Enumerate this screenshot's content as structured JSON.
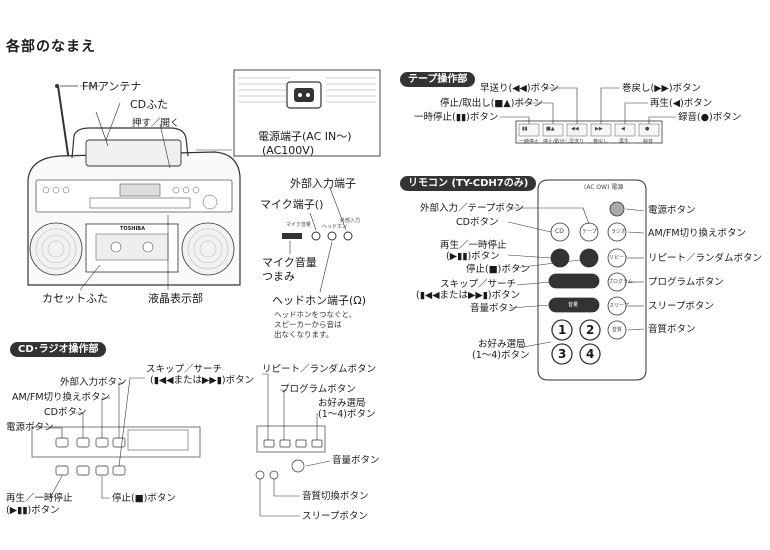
{
  "title": "各部のなまえ",
  "main_labels": {
    "fm_antenna": "FMアンテナ",
    "cd_lid": "CDふた",
    "push_open": "押す／開く",
    "power_terminal_1": "電源端子(AC IN〜)",
    "power_terminal_2": "(AC100V)",
    "ext_input_terminal": "外部入力端子",
    "mic_terminal": "マイク端子(",
    "mic_symbol": "",
    "mic_terminal_end": ")",
    "mic_volume_1": "マイク音量",
    "mic_volume_2": "つまみ",
    "headphone_terminal": "ヘッドホン端子(",
    "headphone_symbol": "Ω",
    "headphone_terminal_end": ")",
    "headphone_note_1": "ヘッドホンをつなぐと、",
    "headphone_note_2": "スピーカーから音は",
    "headphone_note_3": "出なくなります。",
    "cassette_lid": "カセットふた",
    "lcd": "液晶表示部",
    "brand": "TOSHIBA",
    "jack_mic_small": "マイク音量",
    "jack_headphone_small": "ヘッドホン",
    "jack_ext_small": "外部入力"
  },
  "tape_section": {
    "title": "テープ操作部",
    "ff": "早送り(◀◀)ボタン",
    "stop_eject": "停止/取出し(■▲)ボタン",
    "pause": "一時停止(▮▮)ボタン",
    "rewind": "巻戻し(▶▶)ボタン",
    "play": "再生(◀)ボタン",
    "record": "録音(●)ボタン",
    "strip_labels": [
      "一時停止",
      "停止/取出し",
      "早送り",
      "巻戻し",
      "再生",
      "録音"
    ],
    "strip_symbols": [
      "▮▮",
      "■▲",
      "◀◀",
      "▶▶",
      "◀",
      "●"
    ]
  },
  "remote_section": {
    "title": "リモコン (TY-CDH7のみ)",
    "ext_tape": "外部入力／テープボタン",
    "cd": "CDボタン",
    "play_pause_1": "再生／一時停止",
    "play_pause_2": "(▶▮▮)ボタン",
    "stop": "停止(■)ボタン",
    "skip_1": "スキップ／サーチ",
    "skip_2": "(▮◀◀または▶▶▮)ボタン",
    "volume": "音量ボタン",
    "fav_1": "お好み選局",
    "fav_2": "(1〜4)ボタン",
    "power": "電源ボタン",
    "amfm": "AM/FM切り換えボタン",
    "repeat": "リピート／ランダムボタン",
    "program": "プログラムボタン",
    "sleep": "スリープボタン",
    "sound": "音質ボタン",
    "remote_header": "(AC OW) 電源",
    "btn_cd": "CD",
    "btn_tape": "テープ",
    "btn_radio": "ラジオ",
    "btn_repeat": "リピート",
    "btn_program": "プログラム",
    "btn_sleep": "スリープ",
    "btn_sound": "音質",
    "btn_vol": "音量",
    "presets": [
      "1",
      "2",
      "3",
      "4"
    ]
  },
  "cd_section": {
    "title": "CD･ラジオ操作部",
    "ext_input": "外部入力ボタン",
    "amfm": "AM/FM切り換えボタン",
    "cd": "CDボタン",
    "power": "電源ボタン",
    "play_pause_1": "再生／一時停止",
    "play_pause_2": "(▶▮▮)ボタン",
    "skip_1": "スキップ／サーチ",
    "skip_2": "(▮◀◀または▶▶▮)ボタン",
    "stop": "停止(■)ボタン",
    "repeat": "リピート／ランダムボタン",
    "program": "プログラムボタン",
    "fav_1": "お好み選局",
    "fav_2": "(1〜4)ボタン",
    "volume": "音量ボタン",
    "sound": "音質切換ボタン",
    "sleep": "スリープボタン"
  }
}
